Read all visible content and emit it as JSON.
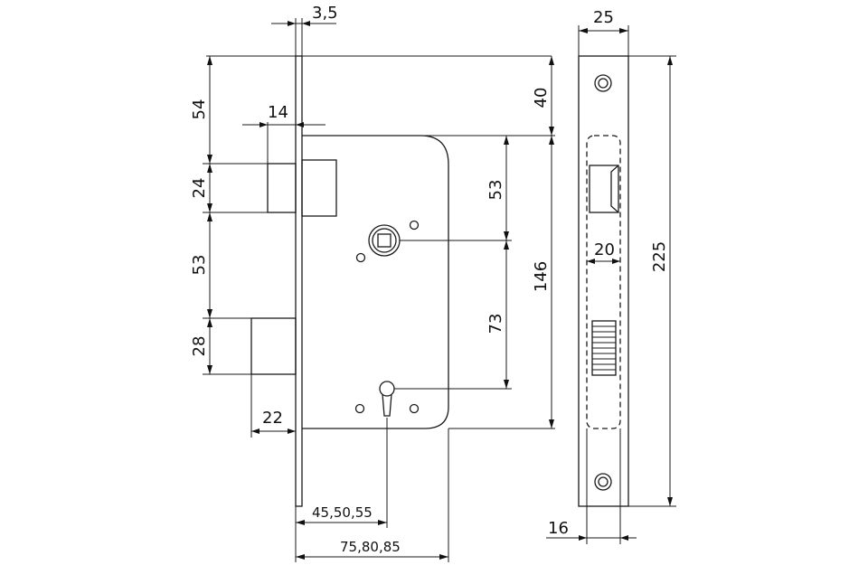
{
  "dimensions": {
    "plate_thickness": "3,5",
    "top_to_latch": "54",
    "latch_projection": "14",
    "latch_height": "24",
    "latch_to_bolt": "53",
    "bolt_height": "28",
    "bolt_projection": "22",
    "top_to_case": "40",
    "case_to_spindle": "53",
    "spindle_to_key": "73",
    "case_height": "146",
    "backset": "45,50,55",
    "case_depth": "75,80,85",
    "faceplate_width": "25",
    "latch_width": "20",
    "faceplate_height": "225",
    "faceplate_case_width": "16"
  }
}
